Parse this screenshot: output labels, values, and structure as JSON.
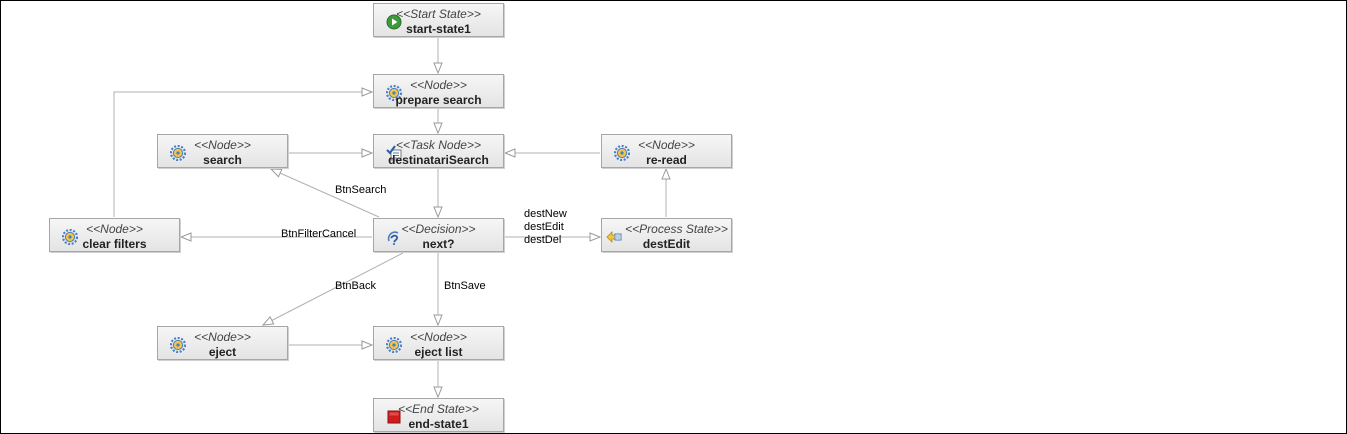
{
  "nodes": {
    "start_state1": {
      "stereotype": "<<Start State>>",
      "name": "start-state1",
      "icon": "start-state-icon"
    },
    "prepare_search": {
      "stereotype": "<<Node>>",
      "name": "prepare search",
      "icon": "gear-icon"
    },
    "destinatari_search": {
      "stereotype": "<<Task Node>>",
      "name": "destinatariSearch",
      "icon": "task-checklist-icon"
    },
    "search": {
      "stereotype": "<<Node>>",
      "name": "search",
      "icon": "gear-icon"
    },
    "re_read": {
      "stereotype": "<<Node>>",
      "name": "re-read",
      "icon": "gear-icon"
    },
    "next": {
      "stereotype": "<<Decision>>",
      "name": "next?",
      "icon": "decision-icon"
    },
    "clear_filters": {
      "stereotype": "<<Node>>",
      "name": "clear filters",
      "icon": "gear-icon"
    },
    "dest_edit": {
      "stereotype": "<<Process State>>",
      "name": "destEdit",
      "icon": "process-state-icon"
    },
    "eject": {
      "stereotype": "<<Node>>",
      "name": "eject",
      "icon": "gear-icon"
    },
    "eject_list": {
      "stereotype": "<<Node>>",
      "name": "eject list",
      "icon": "gear-icon"
    },
    "end_state1": {
      "stereotype": "<<End State>>",
      "name": "end-state1",
      "icon": "end-state-icon"
    }
  },
  "edge_labels": {
    "btn_search": "BtnSearch",
    "btn_filter_cancel": "BtnFilterCancel",
    "dest_new_edit_del": "destNew\ndestEdit\ndestDel",
    "btn_back": "BtnBack",
    "btn_save": "BtnSave"
  },
  "colors": {
    "node_border": "#a6a6a6",
    "edge": "#b0b0b0",
    "gear": "#4a7fc1",
    "start": "#3c9a3c",
    "end": "#d01c1c"
  }
}
